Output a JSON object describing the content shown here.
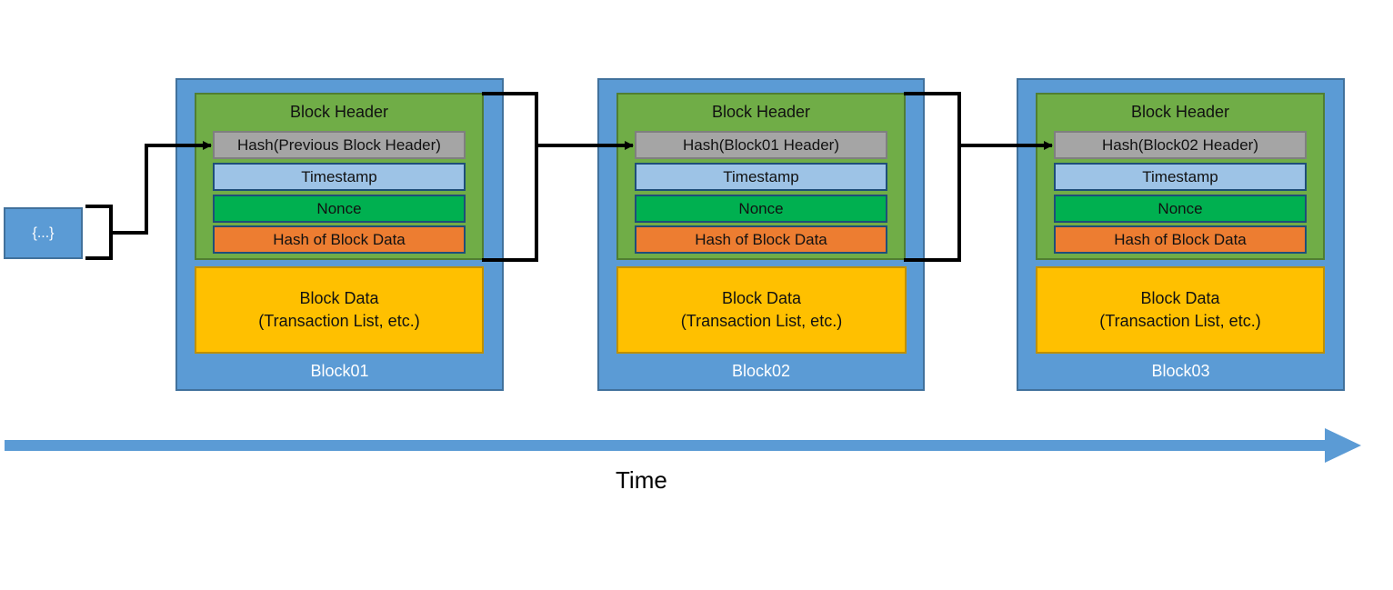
{
  "colors": {
    "block": "#5b9bd5",
    "header": "#70ad47",
    "hash_field": "#a5a5a5",
    "timestamp_field": "#9dc3e6",
    "nonce_field": "#00b050",
    "block_data_hash_field": "#ed7d31",
    "block_data": "#ffc000",
    "timeline": "#5b9bd5",
    "connector": "#000000"
  },
  "genesis": {
    "label": "{...}"
  },
  "blocks": [
    {
      "name": "Block01",
      "header_title": "Block Header",
      "hash_field": "Hash(Previous Block Header)",
      "timestamp": "Timestamp",
      "nonce": "Nonce",
      "data_hash": "Hash of Block Data",
      "data_line1": "Block Data",
      "data_line2": "(Transaction List, etc.)"
    },
    {
      "name": "Block02",
      "header_title": "Block Header",
      "hash_field": "Hash(Block01 Header)",
      "timestamp": "Timestamp",
      "nonce": "Nonce",
      "data_hash": "Hash of Block Data",
      "data_line1": "Block Data",
      "data_line2": "(Transaction List, etc.)"
    },
    {
      "name": "Block03",
      "header_title": "Block Header",
      "hash_field": "Hash(Block02 Header)",
      "timestamp": "Timestamp",
      "nonce": "Nonce",
      "data_hash": "Hash of Block Data",
      "data_line1": "Block Data",
      "data_line2": "(Transaction List, etc.)"
    }
  ],
  "timeline": {
    "label": "Time"
  }
}
